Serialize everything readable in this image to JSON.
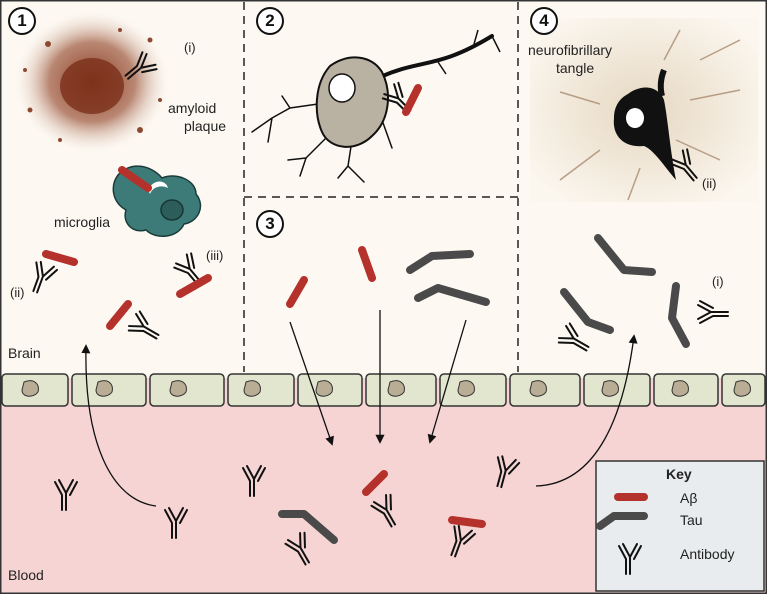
{
  "panels": [
    "1",
    "2",
    "3",
    "4"
  ],
  "labels": {
    "amyloid_plaque_1": "amyloid",
    "amyloid_plaque_2": "plaque",
    "microglia": "microglia",
    "neurofibrillary_1": "neurofibrillary",
    "neurofibrillary_2": "tangle",
    "brain": "Brain",
    "blood": "Blood",
    "ann_i_top": "(i)",
    "ann_ii_left": "(ii)",
    "ann_iii": "(iii)",
    "ann_ii_right": "(ii)",
    "ann_i_right": "(i)"
  },
  "key": {
    "title": "Key",
    "items": [
      {
        "label": "Aβ",
        "icon": "abeta-icon",
        "color": "#b5312b"
      },
      {
        "label": "Tau",
        "icon": "tau-icon",
        "color": "#4a4a4a"
      },
      {
        "label": "Antibody",
        "icon": "antibody-icon",
        "color": "#111111"
      }
    ]
  },
  "colors": {
    "brain_bg": "#fdf9f2",
    "blood_bg": "#f6d4d4",
    "abeta": "#b5312b",
    "tau": "#4a4a4a",
    "microglia": "#3d7b78",
    "endothelial": "#e3e6cf",
    "neuron": "#b9b2a2"
  }
}
